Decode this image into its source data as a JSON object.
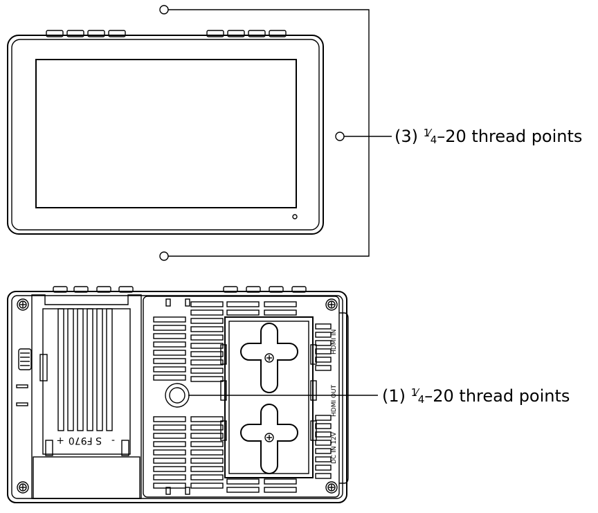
{
  "callouts": {
    "front": {
      "prefix": "(3) ",
      "frac_num": "1",
      "frac_den": "4",
      "suffix": "–20 thread points"
    },
    "rear": {
      "prefix": "(1) ",
      "frac_num": "1",
      "frac_den": "4",
      "suffix": "–20 thread points"
    }
  },
  "ports": {
    "hdmi_in": "HDMI IN",
    "hdmi_out": "HDMI OUT",
    "dc_in": "DC IN 12V"
  },
  "battery": {
    "model": "S F970",
    "plus": "+",
    "minus": "-"
  },
  "colors": {
    "line": "#000000",
    "fill": "#ffffff"
  }
}
